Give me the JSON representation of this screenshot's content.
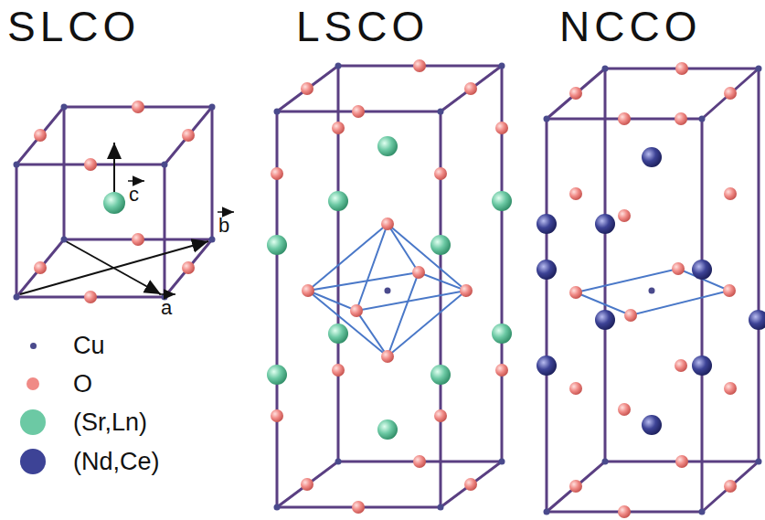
{
  "diagram": {
    "labels": [
      "SLCO",
      "LSCO",
      "NCCO",
      "c",
      "b",
      "a"
    ],
    "legend": [
      {
        "text": "Cu",
        "color": "#4a4a8c"
      },
      {
        "text": "O",
        "color": "#f08a86"
      },
      {
        "text": "(Sr,Ln)",
        "color": "#6cc9a4"
      },
      {
        "text": "(Nd,Ce)",
        "color": "#3d4396"
      }
    ]
  }
}
